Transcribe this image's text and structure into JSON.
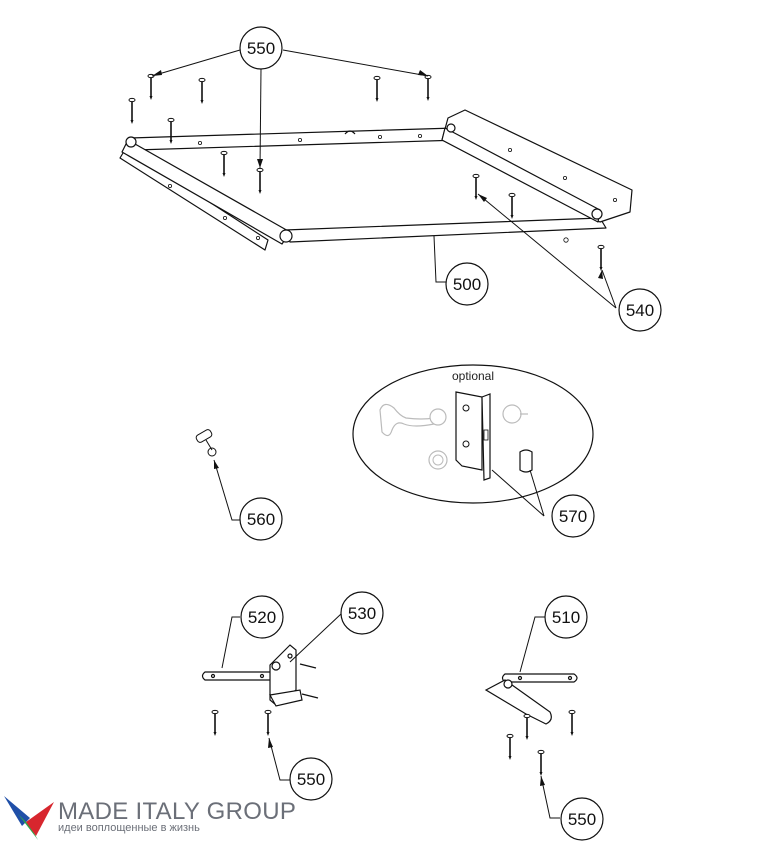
{
  "callouts": {
    "c500": "500",
    "c510": "510",
    "c520": "520",
    "c530": "530",
    "c540": "540",
    "c550_top": "550",
    "c550_mid": "550",
    "c550_right": "550",
    "c560": "560",
    "c570": "570"
  },
  "optional_label": "optional",
  "logo": {
    "name": "MADE ITALY GROUP",
    "tagline": "идеи воплощенные в жизнь"
  }
}
